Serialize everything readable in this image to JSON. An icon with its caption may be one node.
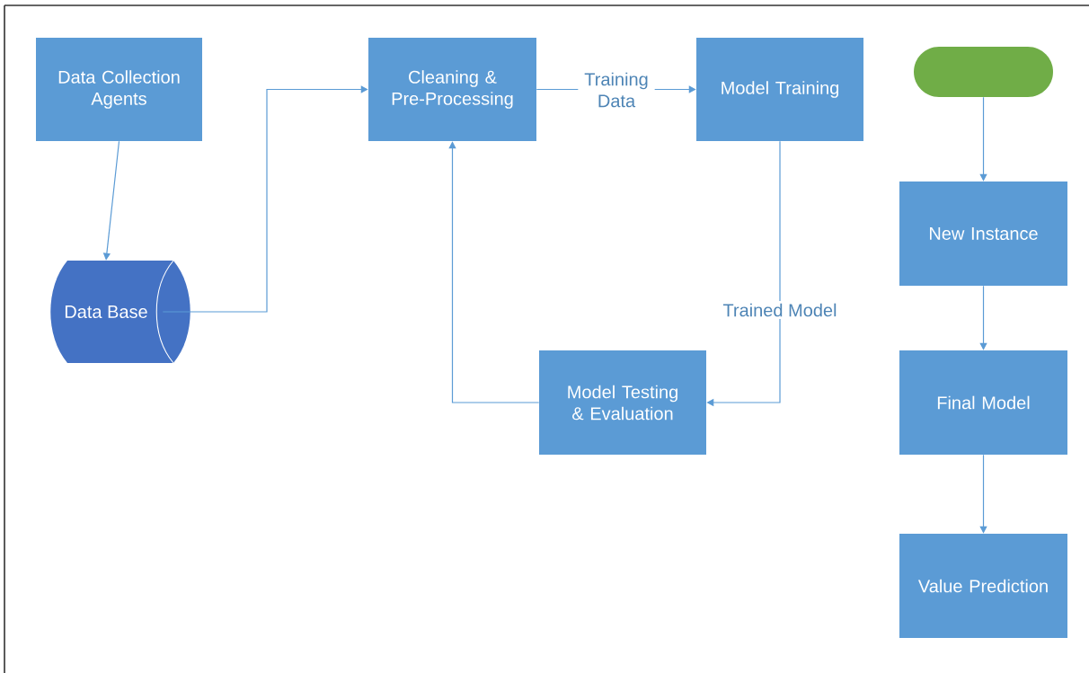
{
  "diagram": {
    "nodes": [
      {
        "text": [
          "Data Collection Agents"
        ]
      },
      {
        "text": [
          "Data Base"
        ]
      },
      {
        "text": [
          "Cleaning & Pre-Processing"
        ]
      },
      {
        "text": [
          "Model Training"
        ]
      },
      {
        "text": [
          "Model Testing & Evaluation"
        ]
      },
      {
        "text": [],
        "shape": "capsule"
      },
      {
        "text": [
          "New Instance"
        ]
      },
      {
        "text": [
          "Final Model"
        ]
      },
      {
        "text": [
          "Value Prediction"
        ]
      }
    ],
    "edges": [
      {
        "from": 0,
        "to": 1,
        "arrow": "to"
      },
      {
        "from": 1,
        "to": 2,
        "arrow": "to"
      },
      {
        "from": 2,
        "to": 3,
        "arrow": "to",
        "label": "Training Data"
      },
      {
        "from": 3,
        "to": 4,
        "arrow": "to",
        "label": "Trained Model"
      },
      {
        "from": 4,
        "to": 2,
        "arrow": "to"
      },
      {
        "from": 5,
        "to": 6,
        "arrow": "to"
      },
      {
        "from": 6,
        "to": 7,
        "arrow": "to"
      },
      {
        "from": 7,
        "to": 8,
        "arrow": "to"
      }
    ]
  }
}
